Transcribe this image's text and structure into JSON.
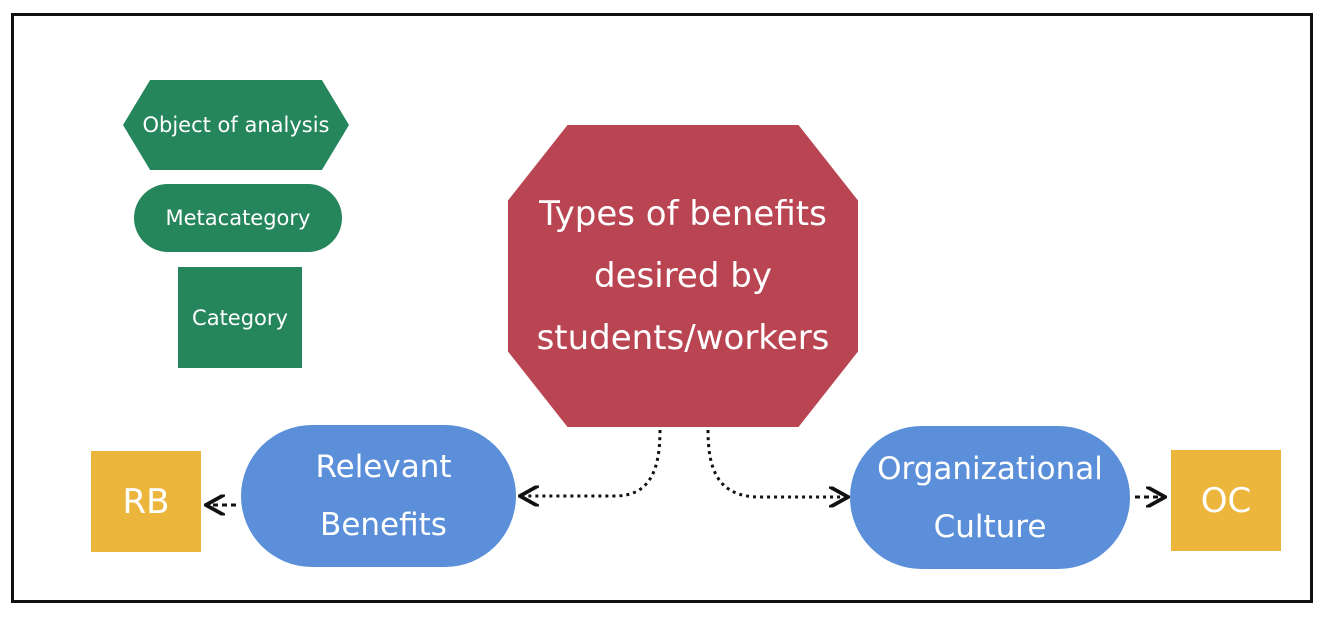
{
  "colors": {
    "legend_green": "#25855b",
    "center_red": "#b94552",
    "pill_blue": "#5b8fd9",
    "abbr_yellow": "#ecb63d",
    "border": "#111111",
    "connector": "#111111"
  },
  "legend": {
    "object_of_analysis": "Object of analysis",
    "metacategory": "Metacategory",
    "category": "Category"
  },
  "center": {
    "label": "Types of benefits\ndesired by\nstudents/workers"
  },
  "left_metacategory": {
    "label": "Relevant\nBenefits",
    "abbreviation": "RB"
  },
  "right_metacategory": {
    "label": "Organizational\nCulture",
    "abbreviation": "OC"
  }
}
